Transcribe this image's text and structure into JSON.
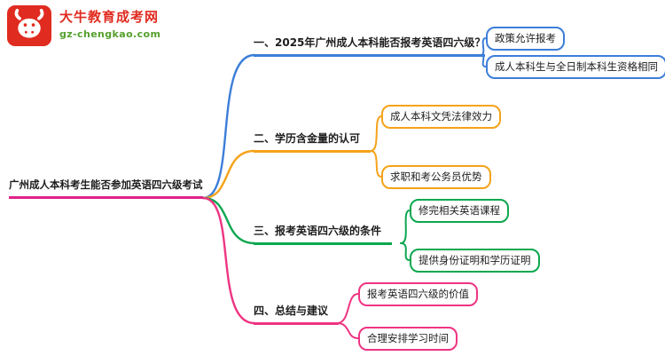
{
  "logo": {
    "brand": "大牛教育成考网",
    "domain": "gz-chengkao.com",
    "badge_color": "#e02b20",
    "brand_color": "#e02b20",
    "domain_color": "#55a02e",
    "icon": "bull-icon"
  },
  "mindmap": {
    "root": {
      "label": "广州成人本科考生能否参加英语四六级考试",
      "color": "#e0218a"
    },
    "branches": [
      {
        "label": "一、2025年广州成人本科能否报考英语四六级？",
        "color": "#3d7ed9",
        "children": [
          "政策允许报考",
          "成人本科生与全日制本科生资格相同"
        ]
      },
      {
        "label": "二、学历含金量的认可",
        "color": "#f5a31a",
        "children": [
          "成人本科文凭法律效力",
          "求职和考公务员优势"
        ]
      },
      {
        "label": "三、报考英语四六级的条件",
        "color": "#0ca750",
        "children": [
          "修完相关英语课程",
          "提供身份证明和学历证明"
        ]
      },
      {
        "label": "四、总结与建议",
        "color": "#ef3483",
        "children": [
          "报考英语四六级的价值",
          "合理安排学习时间"
        ]
      }
    ]
  }
}
